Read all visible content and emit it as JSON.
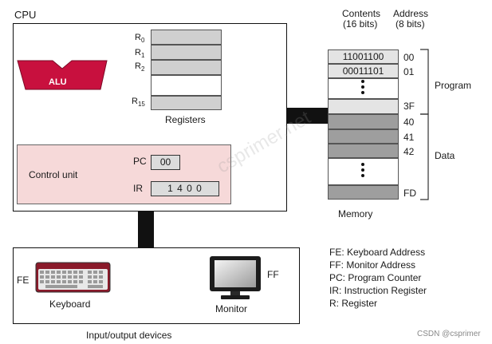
{
  "cpu": {
    "title": "CPU",
    "alu_label": "ALU",
    "registers": {
      "labels": [
        "R",
        "R",
        "R",
        "R"
      ],
      "subscripts": [
        "0",
        "1",
        "2",
        "15"
      ],
      "caption": "Registers"
    },
    "control_unit": {
      "label": "Control unit",
      "pc_label": "PC",
      "pc_value": "00",
      "ir_label": "IR",
      "ir_value": "1 4 0 0"
    }
  },
  "memory": {
    "contents_header": [
      "Contents",
      "(16 bits)"
    ],
    "address_header": [
      "Address",
      "(8 bits)"
    ],
    "values": [
      "11001100",
      "00011101"
    ],
    "addresses": [
      "00",
      "01",
      "3F",
      "40",
      "41",
      "42",
      "FD"
    ],
    "program_label": "Program",
    "data_label": "Data",
    "caption": "Memory"
  },
  "io": {
    "caption": "Input/output devices",
    "keyboard_label": "Keyboard",
    "keyboard_addr": "FE",
    "monitor_label": "Monitor",
    "monitor_addr": "FF"
  },
  "legend": [
    "FE: Keyboard Address",
    "FF: Monitor Address",
    "PC: Program Counter",
    "IR: Instruction Register",
    "R: Register"
  ],
  "watermark": "csprimer.net",
  "credit": "CSDN @csprimer",
  "colors": {
    "alu": "#c8103e",
    "control_unit_fill": "#f6d9d9",
    "register_gray": "#d0d0d0",
    "data_gray": "#9e9e9e",
    "bus": "#111111"
  }
}
